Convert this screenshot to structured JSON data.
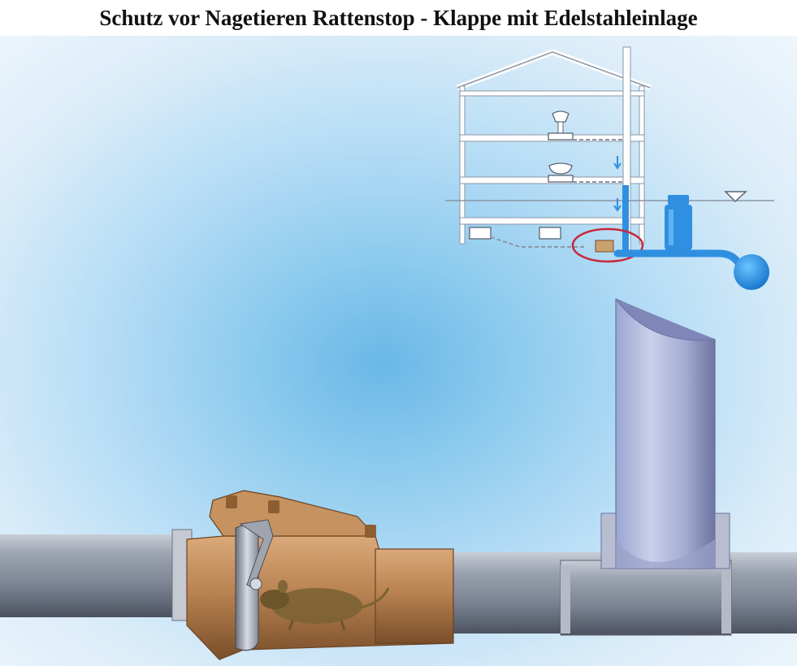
{
  "title": "Schutz vor Nagetieren Rattenstop - Klappe mit Edelstahleinlage",
  "colors": {
    "background_center": "#69b8e6",
    "background_edge": "#eef6fc",
    "pipe_gray": "#8e97a6",
    "valve_bronze": "#b07a48",
    "water_blue": "#2f8fe0",
    "highlight_red": "#c8283a"
  },
  "icons": {
    "house": "house-cross-section",
    "valve": "backflow-valve",
    "rat": "rat",
    "manhole": "inspection-shaft",
    "ground_marker": "ground-level-triangle"
  }
}
